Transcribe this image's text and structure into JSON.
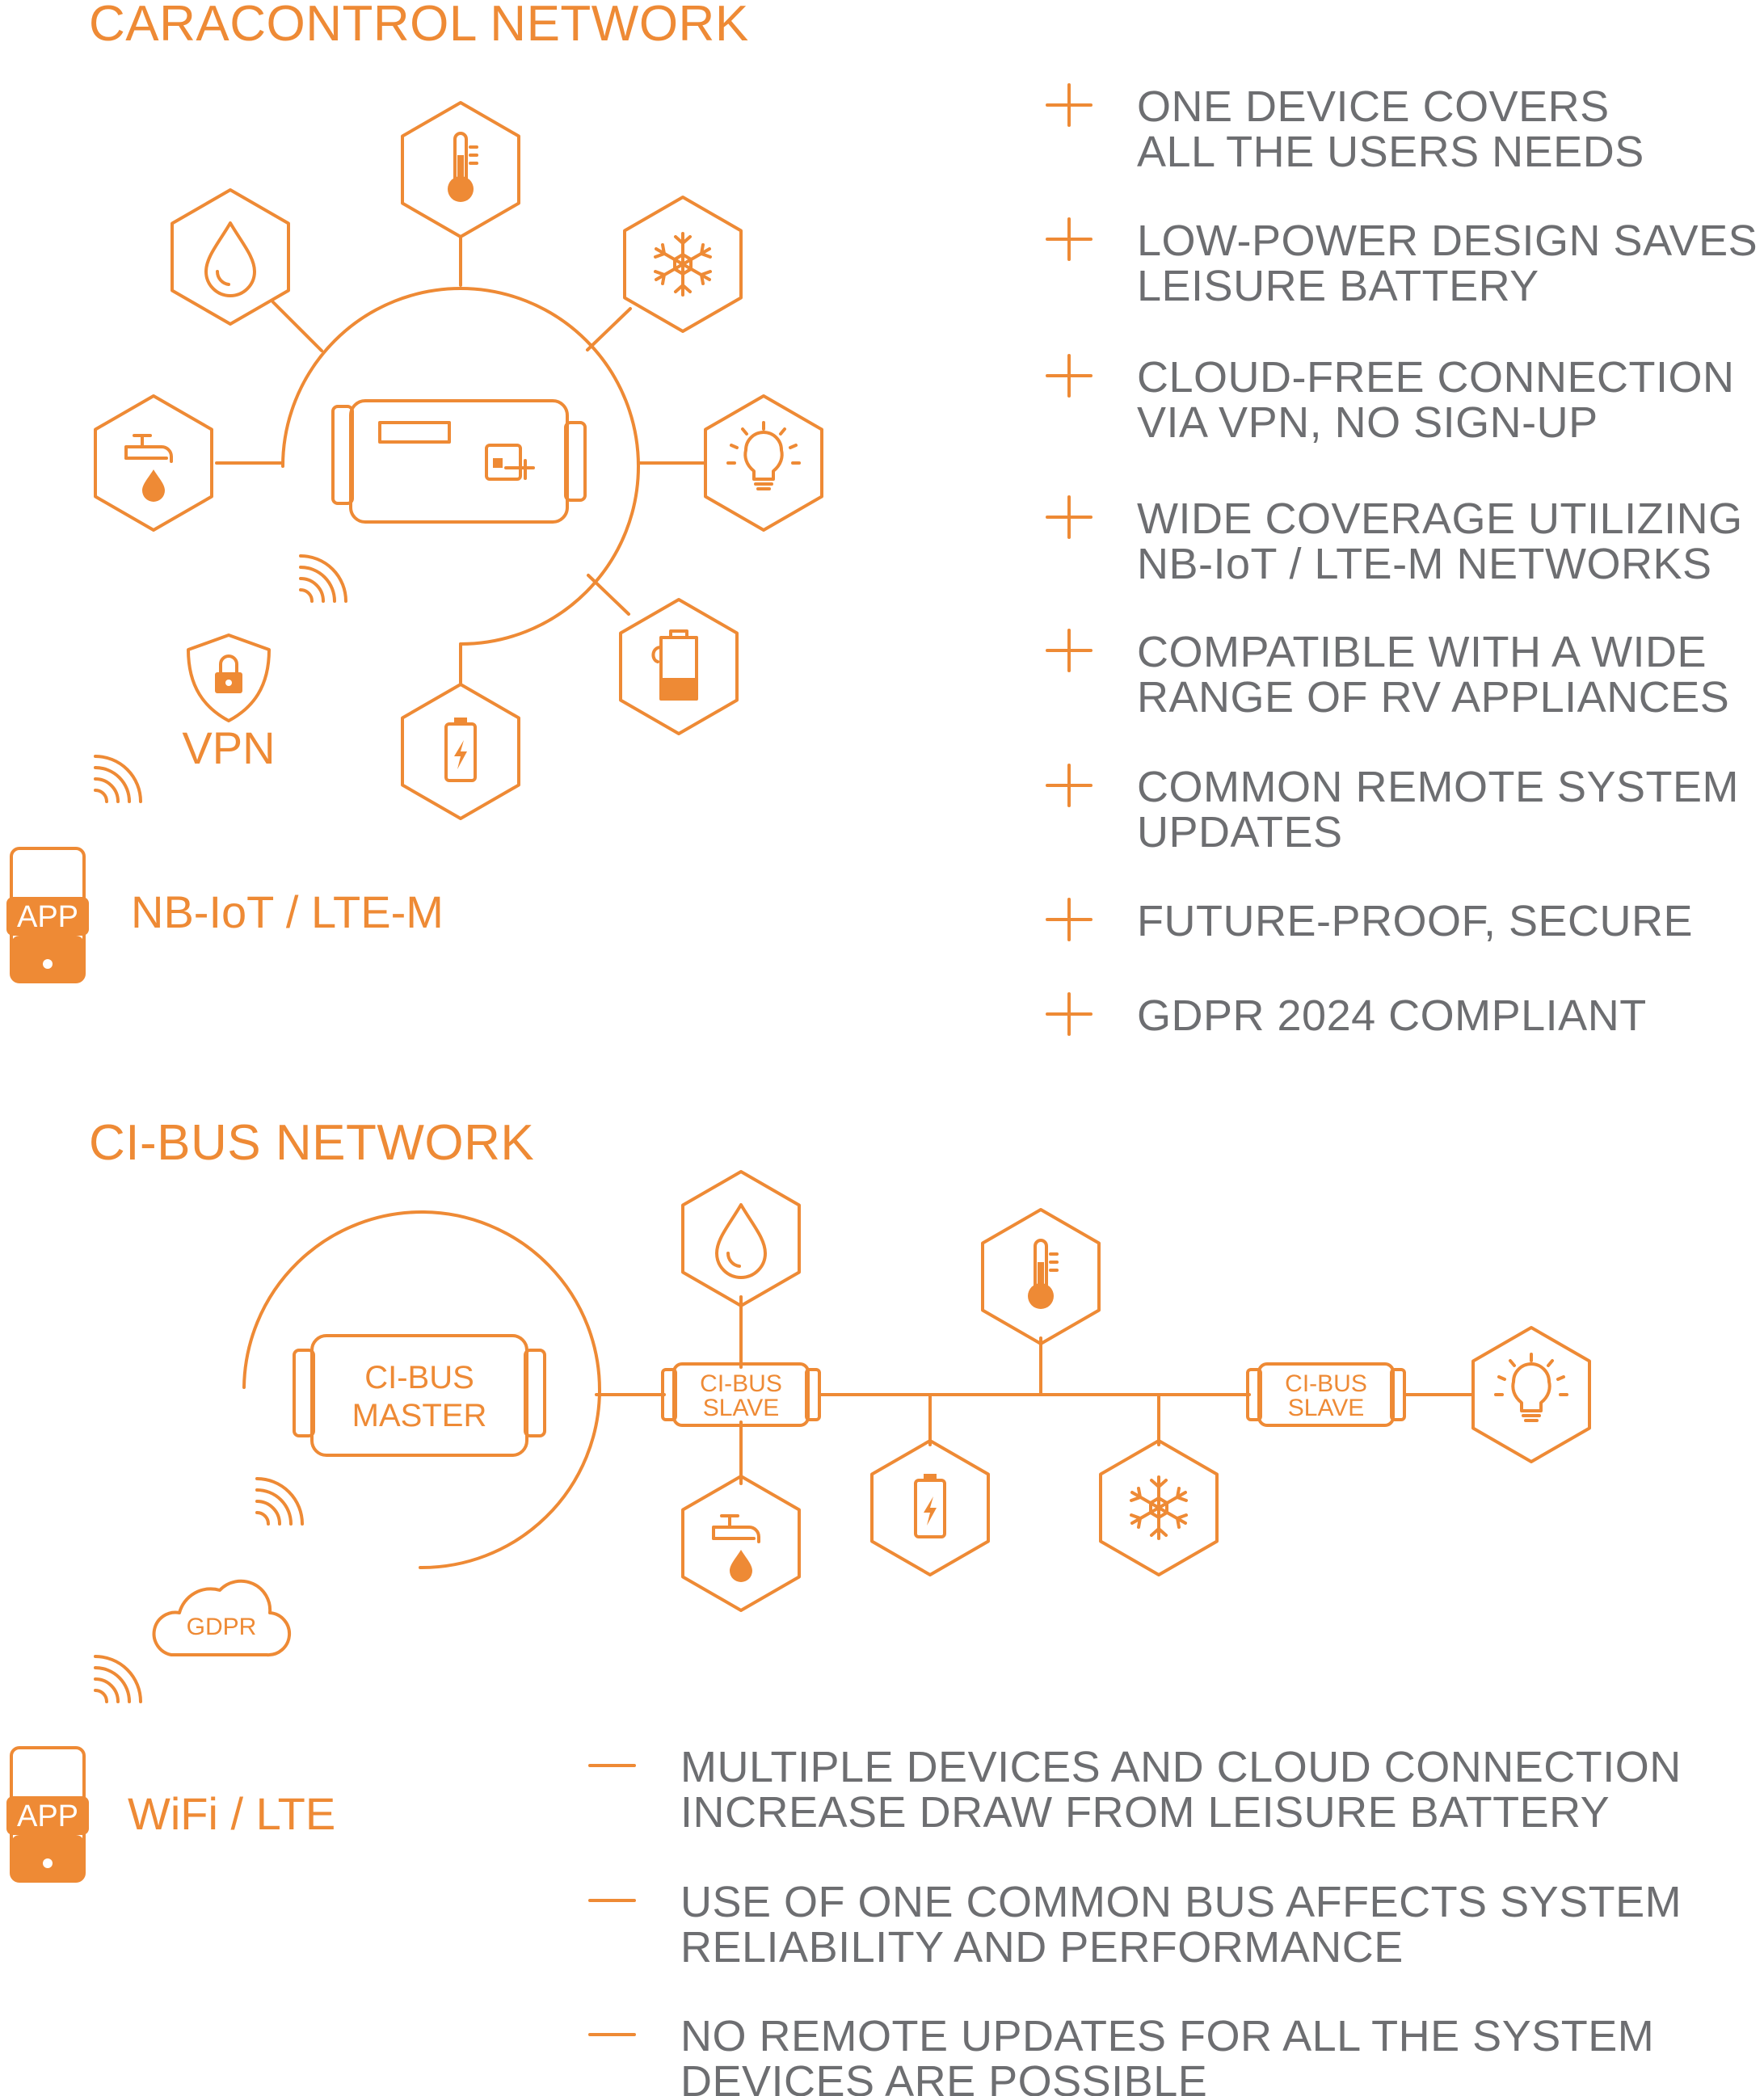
{
  "sections": {
    "caracontrol": {
      "title": "CARACONTROL NETWORK",
      "vpn_label": "VPN",
      "app_label": "APP",
      "network_label": "NB-IoT / LTE-M",
      "device_icons": [
        "thermometer-icon",
        "droplet-icon",
        "snowflake-icon",
        "tap-icon",
        "bulb-icon",
        "water-tank-icon",
        "battery-icon"
      ],
      "benefits": [
        [
          "ONE DEVICE COVERS",
          "ALL THE USERS NEEDS"
        ],
        [
          "LOW-POWER DESIGN SAVES",
          "LEISURE BATTERY"
        ],
        [
          "CLOUD-FREE CONNECTION",
          "VIA VPN, NO SIGN-UP"
        ],
        [
          "WIDE COVERAGE UTILIZING",
          "NB-IoT / LTE-M NETWORKS"
        ],
        [
          "COMPATIBLE WITH A WIDE",
          "RANGE OF RV APPLIANCES"
        ],
        [
          "COMMON REMOTE SYSTEM",
          "UPDATES"
        ],
        [
          "FUTURE-PROOF, SECURE"
        ],
        [
          "GDPR 2024 COMPLIANT"
        ]
      ]
    },
    "cibus": {
      "title": "CI-BUS NETWORK",
      "master_label": [
        "CI-BUS",
        "MASTER"
      ],
      "slave_label": [
        "CI-BUS",
        "SLAVE"
      ],
      "gdpr_label": "GDPR",
      "app_label": "APP",
      "network_label": "WiFi / LTE",
      "device_icons": [
        "droplet-icon",
        "thermometer-icon",
        "tap-icon",
        "battery-icon",
        "snowflake-icon",
        "bulb-icon"
      ],
      "drawbacks": [
        [
          "MULTIPLE DEVICES AND CLOUD CONNECTION",
          "INCREASE DRAW FROM LEISURE BATTERY"
        ],
        [
          "USE OF ONE COMMON BUS AFFECTS SYSTEM",
          "RELIABILITY AND PERFORMANCE"
        ],
        [
          "NO REMOTE UPDATES FOR ALL THE SYSTEM",
          "DEVICES ARE POSSIBLE"
        ]
      ]
    }
  },
  "colors": {
    "accent": "#ee8a35",
    "text_gray": "#6d6e71",
    "background": "#ffffff"
  }
}
